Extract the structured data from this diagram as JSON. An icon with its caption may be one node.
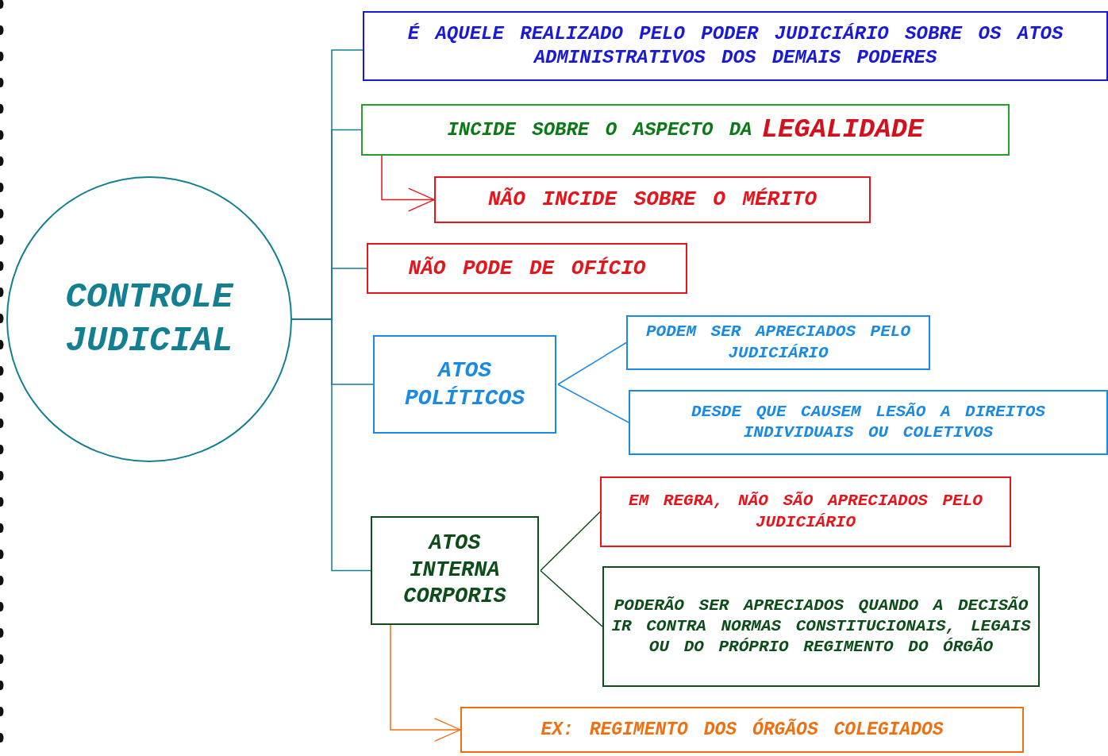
{
  "diagram": {
    "nodes": [
      {
        "text": [
          "CONTROLE JUDICIAL"
        ]
      },
      {
        "text": [
          "É AQUELE REALIZADO PELO PODER JUDICIÁRIO SOBRE OS ATOS ADMINISTRATIVOS DOS DEMAIS PODERES"
        ]
      },
      {
        "text": [
          "INCIDE SOBRE O ASPECTO DA",
          "LEGALIDADE"
        ]
      },
      {
        "text": [
          "NÃO INCIDE SOBRE O MÉRITO"
        ]
      },
      {
        "text": [
          "NÃO PODE DE OFÍCIO"
        ]
      },
      {
        "text": [
          "ATOS POLÍTICOS"
        ]
      },
      {
        "text": [
          "PODEM SER APRECIADOS PELO JUDICIÁRIO"
        ]
      },
      {
        "text": [
          "DESDE QUE CAUSEM LESÃO A DIREITOS INDIVIDUAIS OU COLETIVOS"
        ]
      },
      {
        "text": [
          "ATOS INTERNA CORPORIS"
        ]
      },
      {
        "text": [
          "EM REGRA, NÃO SÃO APRECIADOS PELO JUDICIÁRIO"
        ]
      },
      {
        "text": [
          "PODERÃO SER APRECIADOS QUANDO A DECISÃO IR CONTRA NORMAS CONSTITUCIONAIS, LEGAIS OU DO PRÓPRIO REGIMENTO DO ÓRGÃO"
        ]
      },
      {
        "text": [
          "EX: REGIMENTO DOS ÓRGÃOS COLEGIADOS"
        ]
      }
    ],
    "edges": [
      {
        "from": 0,
        "to": 1,
        "arrow": "none"
      },
      {
        "from": 0,
        "to": 2,
        "arrow": "none"
      },
      {
        "from": 0,
        "to": 4,
        "arrow": "none"
      },
      {
        "from": 0,
        "to": 5,
        "arrow": "none"
      },
      {
        "from": 0,
        "to": 8,
        "arrow": "none"
      },
      {
        "from": 2,
        "to": 3,
        "arrow": "to",
        "color": "#e8141c"
      },
      {
        "from": 5,
        "to": 6,
        "arrow": "none",
        "color": "#1a8ae6"
      },
      {
        "from": 5,
        "to": 7,
        "arrow": "none",
        "color": "#1a8ae6"
      },
      {
        "from": 8,
        "to": 9,
        "arrow": "none",
        "color": "#0d4d1a"
      },
      {
        "from": 8,
        "to": 10,
        "arrow": "none",
        "color": "#0d4d1a"
      },
      {
        "from": 8,
        "to": 11,
        "arrow": "to",
        "color": "#f07010"
      }
    ]
  }
}
